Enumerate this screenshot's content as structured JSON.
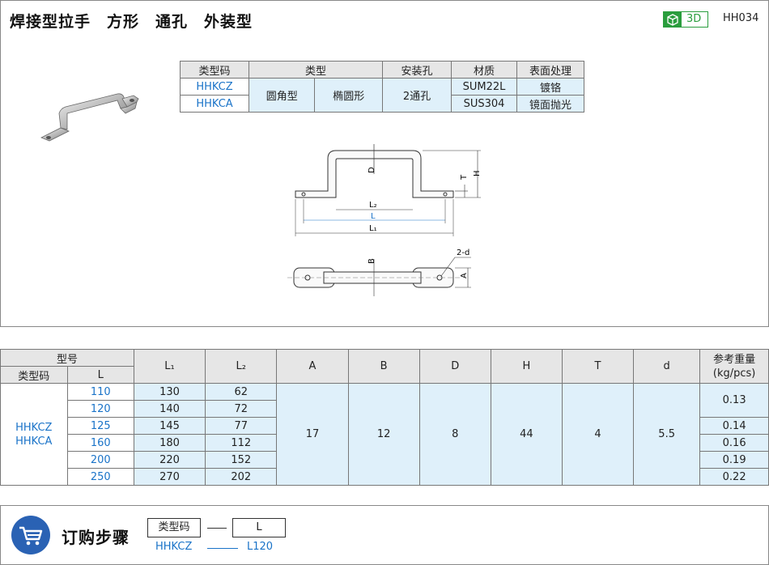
{
  "header": {
    "title": "焊接型拉手　方形　通孔　外装型",
    "badge_3d": "3D",
    "code": "HH034"
  },
  "spec_table": {
    "headers": [
      "类型码",
      "类型",
      "安装孔",
      "材质",
      "表面处理"
    ],
    "type_codes": [
      "HHKCZ",
      "HHKCA"
    ],
    "type_a": "圆角型",
    "type_b": "椭圆形",
    "hole": "2通孔",
    "materials": [
      "SUM22L",
      "SUS304"
    ],
    "surfaces": [
      "镀铬",
      "镜面抛光"
    ]
  },
  "drawing_labels": {
    "D": "D",
    "T": "T",
    "H": "H",
    "L2": "L₂",
    "L": "L",
    "L1": "L₁",
    "B": "B",
    "A": "A",
    "d": "2-d"
  },
  "dim_table": {
    "model": "型号",
    "type_code": "类型码",
    "L": "L",
    "cols": [
      "L₁",
      "L₂",
      "A",
      "B",
      "D",
      "H",
      "T",
      "d"
    ],
    "weight_label": "参考重量",
    "weight_unit": "(kg/pcs)",
    "type_codes": "HHKCZ\nHHKCA",
    "rows": [
      {
        "L": "110",
        "L1": "130",
        "L2": "62"
      },
      {
        "L": "120",
        "L1": "140",
        "L2": "72"
      },
      {
        "L": "125",
        "L1": "145",
        "L2": "77"
      },
      {
        "L": "160",
        "L1": "180",
        "L2": "112"
      },
      {
        "L": "200",
        "L1": "220",
        "L2": "152"
      },
      {
        "L": "250",
        "L1": "270",
        "L2": "202"
      }
    ],
    "A": "17",
    "B": "12",
    "D": "8",
    "H": "44",
    "T": "4",
    "d": "5.5",
    "weights": [
      "0.13",
      "0.14",
      "0.16",
      "0.19",
      "0.22"
    ]
  },
  "order": {
    "title": "订购步骤",
    "box1": "类型码",
    "box2": "L",
    "ex1": "HHKCZ",
    "ex2": "L120",
    "sep": "—"
  }
}
